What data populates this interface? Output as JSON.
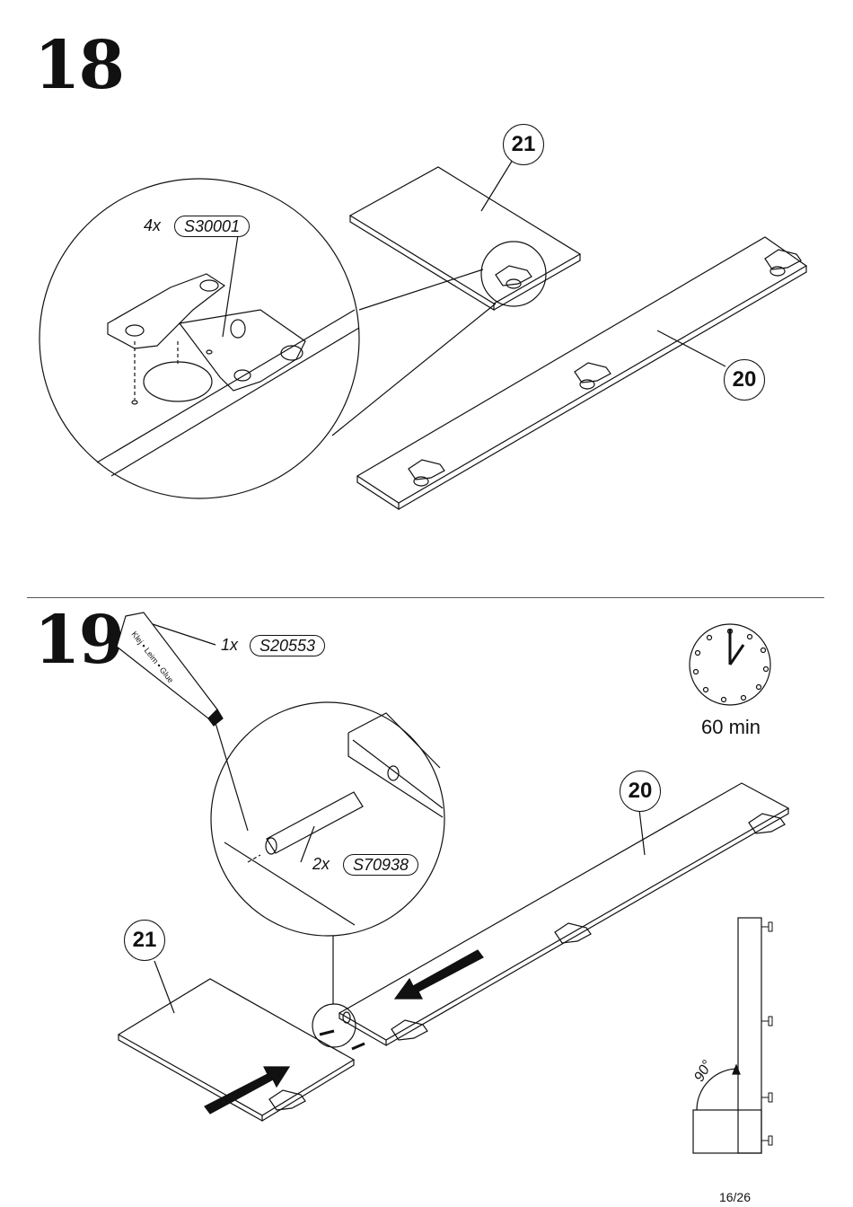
{
  "steps": [
    {
      "number": "18",
      "parts": [
        "21",
        "20"
      ],
      "hardware": {
        "qty": "4x",
        "code": "S30001"
      }
    },
    {
      "number": "19",
      "parts": [
        "20",
        "21"
      ],
      "hardware": [
        {
          "qty": "1x",
          "code": "S20553"
        },
        {
          "qty": "2x",
          "code": "S70938"
        }
      ],
      "timer": "60 min",
      "angle": "90°",
      "glue_label": "Klej • Leim • Glue"
    }
  ],
  "footer": {
    "page": "16/26"
  }
}
